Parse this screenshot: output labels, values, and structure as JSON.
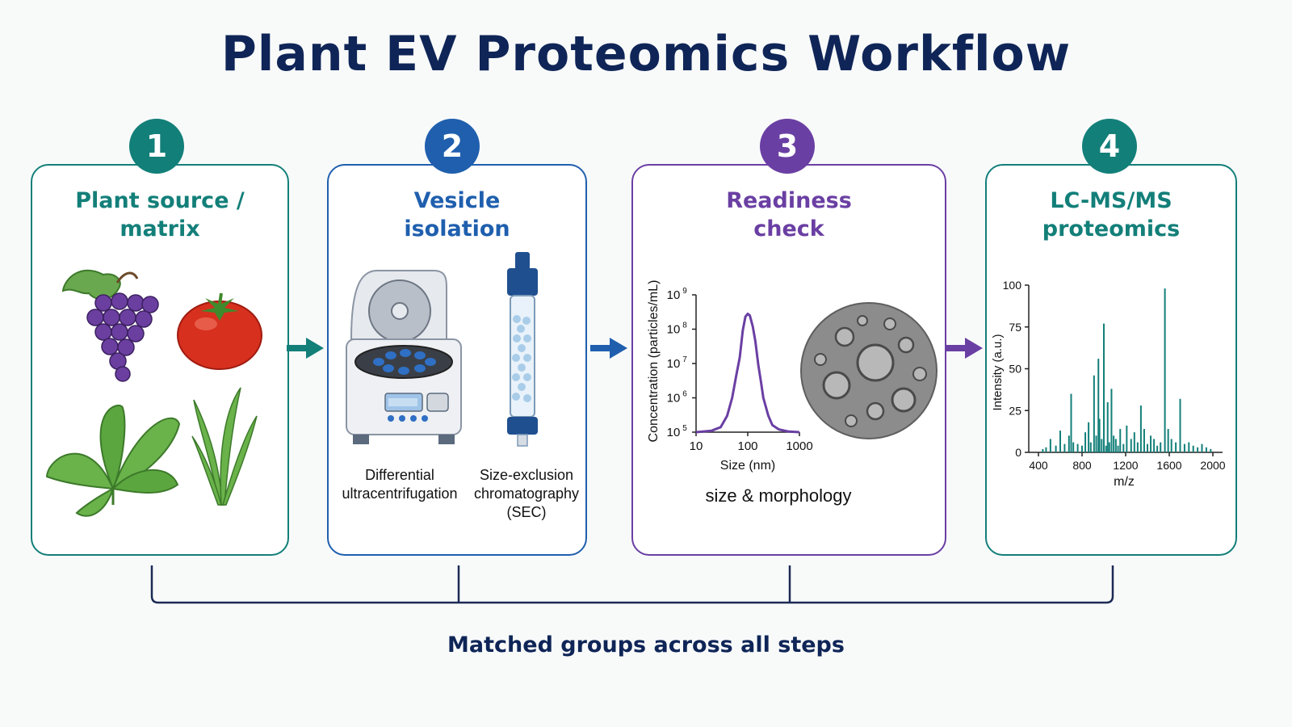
{
  "title": "Plant EV Proteomics Workflow",
  "colors": {
    "teal": "#137f79",
    "blue": "#1f5fae",
    "purple": "#6a3fa3",
    "navy": "#0f2557"
  },
  "steps": [
    {
      "number": "1",
      "heading_line1": "Plant source /",
      "heading_line2": "matrix",
      "icons": [
        "grapes-icon",
        "tomato-icon",
        "basil-leaves-icon",
        "grass-icon"
      ]
    },
    {
      "number": "2",
      "heading_line1": "Vesicle",
      "heading_line2": "isolation",
      "methods": [
        {
          "icon": "centrifuge-icon",
          "line1": "Differential",
          "line2": "ultracentrifugation"
        },
        {
          "icon": "sec-column-icon",
          "line1": "Size-exclusion",
          "line2": "chromatography",
          "line3": "(SEC)"
        }
      ]
    },
    {
      "number": "3",
      "heading_line1": "Readiness",
      "heading_line2": "check",
      "caption": "size & morphology",
      "image_icon": "tem-micrograph-icon",
      "nta_chart": {
        "ylabel": "Concentration (particles/mL)",
        "xlabel": "Size (nm)",
        "xticks": [
          "10",
          "100",
          "1000"
        ],
        "yticks": [
          "10",
          "10",
          "10",
          "10",
          "10"
        ],
        "ytick_exponents": [
          "5",
          "6",
          "7",
          "8",
          "9"
        ]
      }
    },
    {
      "number": "4",
      "heading_line1": "LC-MS/MS",
      "heading_line2": "proteomics",
      "ms_chart": {
        "ylabel": "Intensity (a.u.)",
        "xlabel": "m/z",
        "xticks": [
          "400",
          "800",
          "1200",
          "1600",
          "2000"
        ],
        "yticks": [
          "0",
          "25",
          "50",
          "75",
          "100"
        ]
      }
    }
  ],
  "footer": "Matched groups across all steps",
  "chart_data": [
    {
      "type": "line",
      "title": "",
      "xlabel": "Size (nm)",
      "ylabel": "Concentration (particles/mL)",
      "x_scale": "log",
      "y_scale": "log",
      "xlim": [
        10,
        1000
      ],
      "ylim": [
        100000,
        1000000000
      ],
      "legend": "none",
      "series": [
        {
          "color": "#6a3fa3",
          "x": [
            10,
            20,
            30,
            40,
            50,
            60,
            70,
            80,
            90,
            100,
            110,
            125,
            140,
            160,
            180,
            200,
            250,
            300,
            400,
            600,
            1000
          ],
          "y": [
            100000,
            110000,
            140000,
            300000,
            1000000,
            4500000,
            15000000,
            90000000,
            230000000,
            280000000,
            250000000,
            120000000,
            45000000,
            9000000,
            3000000,
            1000000,
            300000,
            160000,
            120000,
            105000,
            100000
          ]
        }
      ]
    },
    {
      "type": "bar",
      "title": "",
      "xlabel": "m/z",
      "ylabel": "Intensity (a.u.)",
      "xlim": [
        400,
        2000
      ],
      "ylim": [
        0,
        100
      ],
      "legend": "none",
      "series": [
        {
          "color": "#137f79",
          "x": [
            440,
            470,
            510,
            560,
            600,
            640,
            680,
            700,
            720,
            760,
            800,
            830,
            860,
            880,
            910,
            930,
            950,
            960,
            980,
            1000,
            1020,
            1035,
            1050,
            1070,
            1090,
            1110,
            1130,
            1150,
            1180,
            1210,
            1250,
            1280,
            1310,
            1340,
            1370,
            1400,
            1430,
            1460,
            1490,
            1520,
            1560,
            1590,
            1620,
            1660,
            1700,
            1740,
            1780,
            1820,
            1860,
            1900,
            1940,
            1980
          ],
          "y": [
            2,
            3,
            8,
            4,
            13,
            5,
            10,
            35,
            6,
            5,
            4,
            12,
            18,
            6,
            46,
            10,
            56,
            20,
            8,
            77,
            4,
            30,
            6,
            38,
            10,
            8,
            4,
            14,
            5,
            16,
            8,
            12,
            6,
            28,
            14,
            5,
            10,
            8,
            4,
            6,
            98,
            14,
            8,
            6,
            32,
            5,
            6,
            4,
            3,
            5,
            3,
            2
          ]
        }
      ]
    }
  ]
}
